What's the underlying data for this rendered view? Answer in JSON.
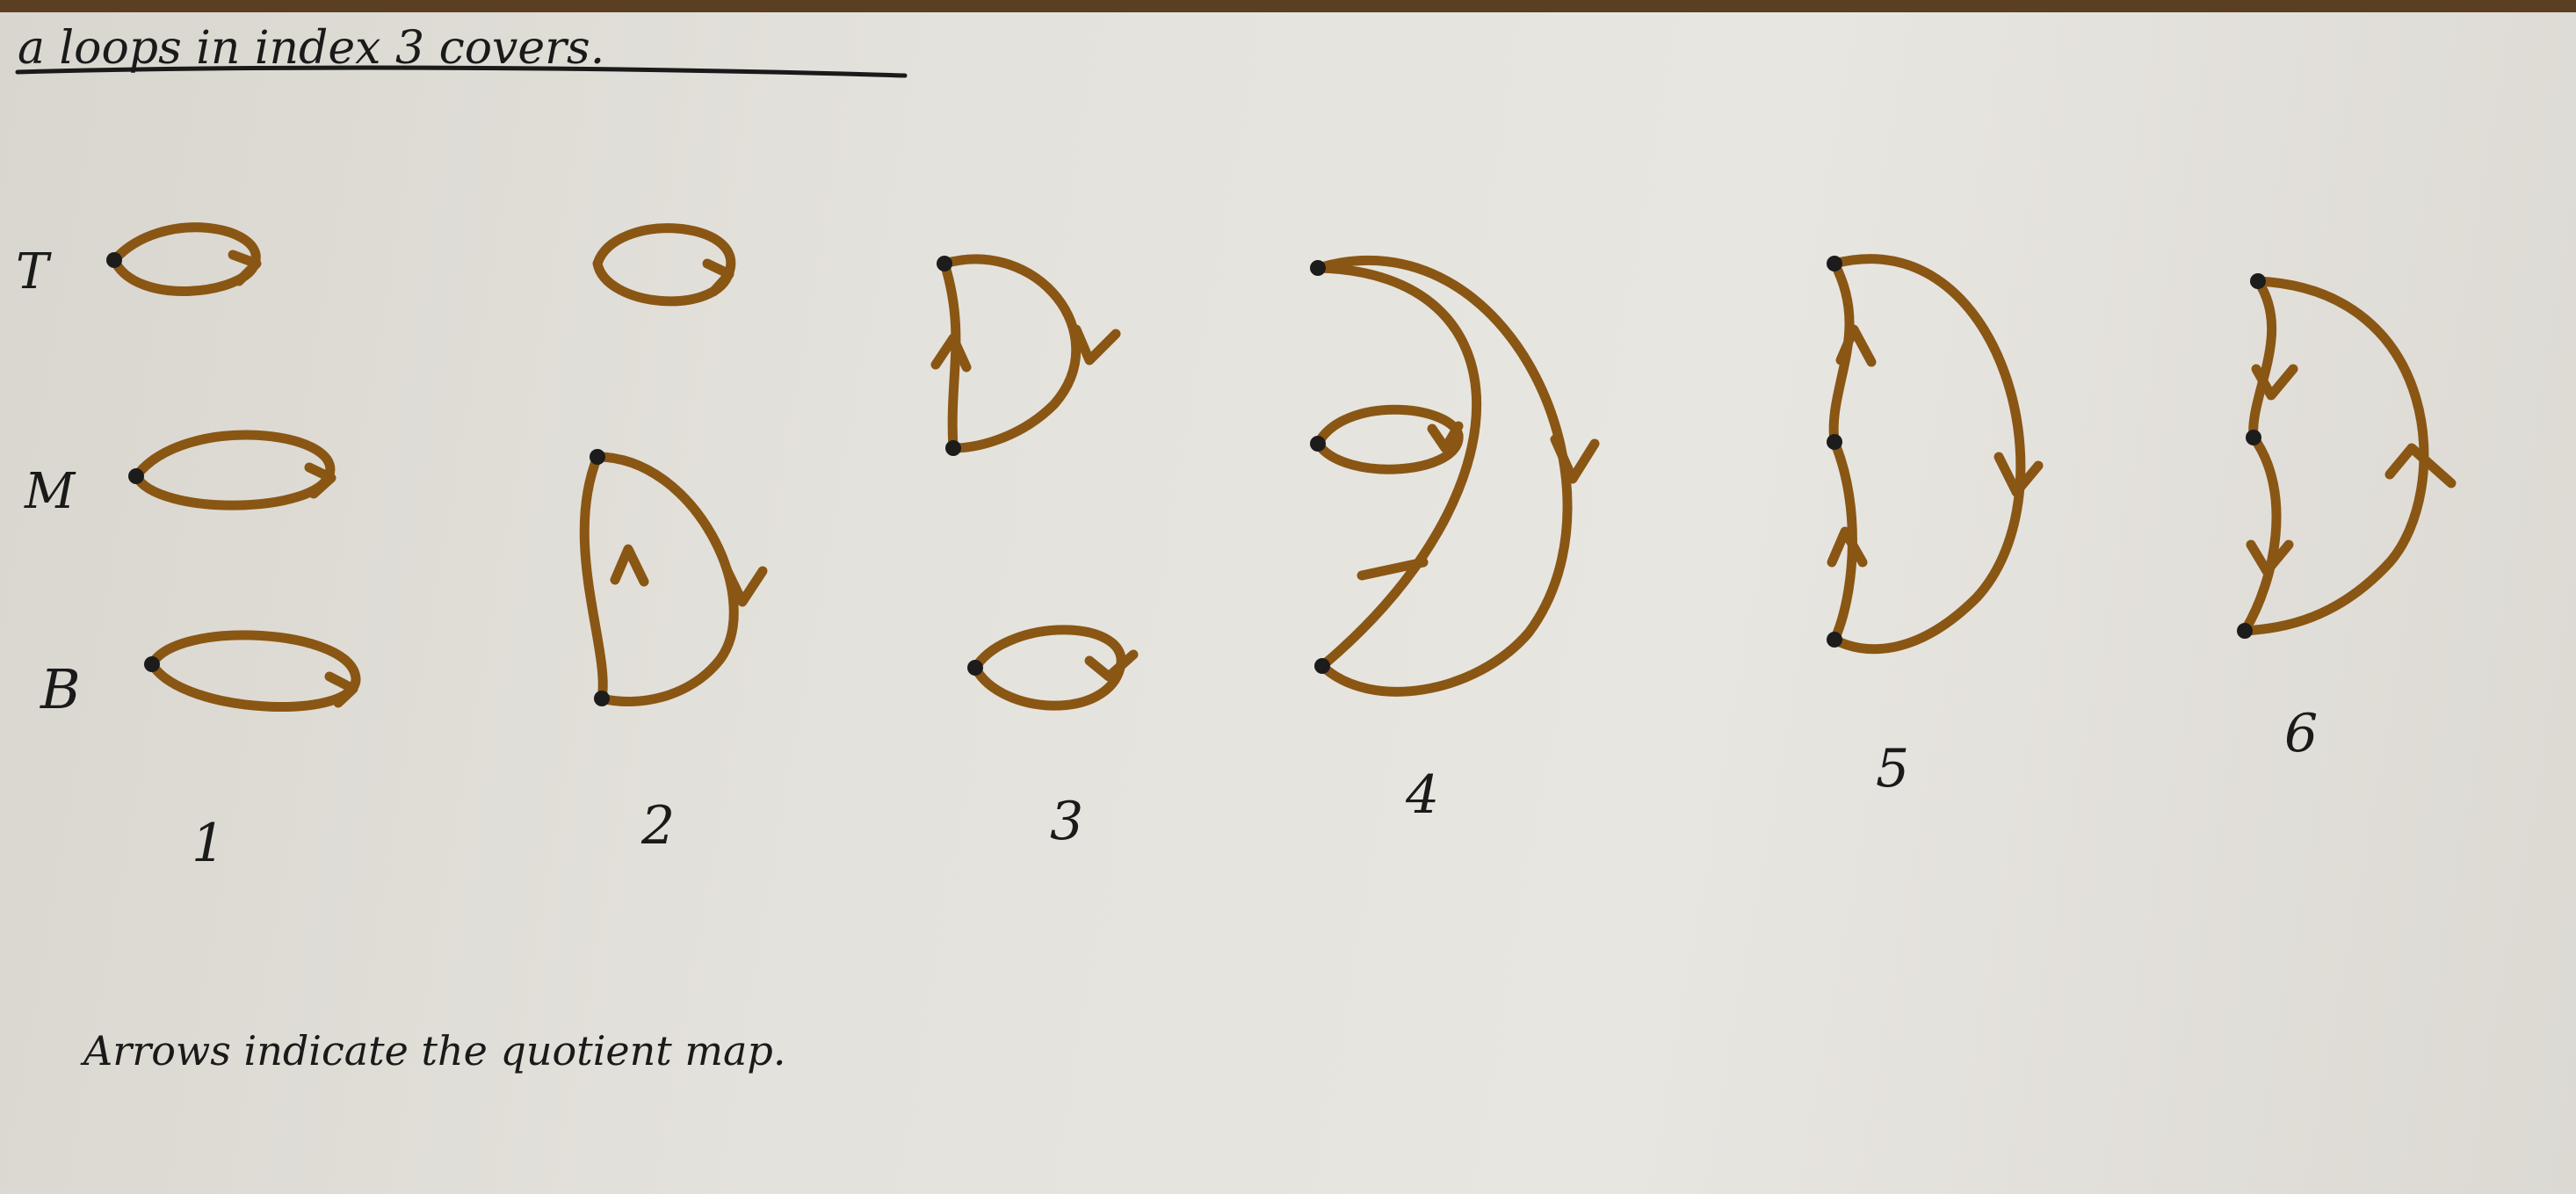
{
  "title": "a loops in index 3 covers.",
  "row_labels": [
    "T",
    "M",
    "B"
  ],
  "cover_numbers": [
    "1",
    "2",
    "3",
    "4",
    "5",
    "6"
  ],
  "caption": "Arrows indicate the quotient map.",
  "colors": {
    "loop": "#8a5614",
    "point": "#1c1c1c",
    "ink": "#1a1a1a"
  }
}
